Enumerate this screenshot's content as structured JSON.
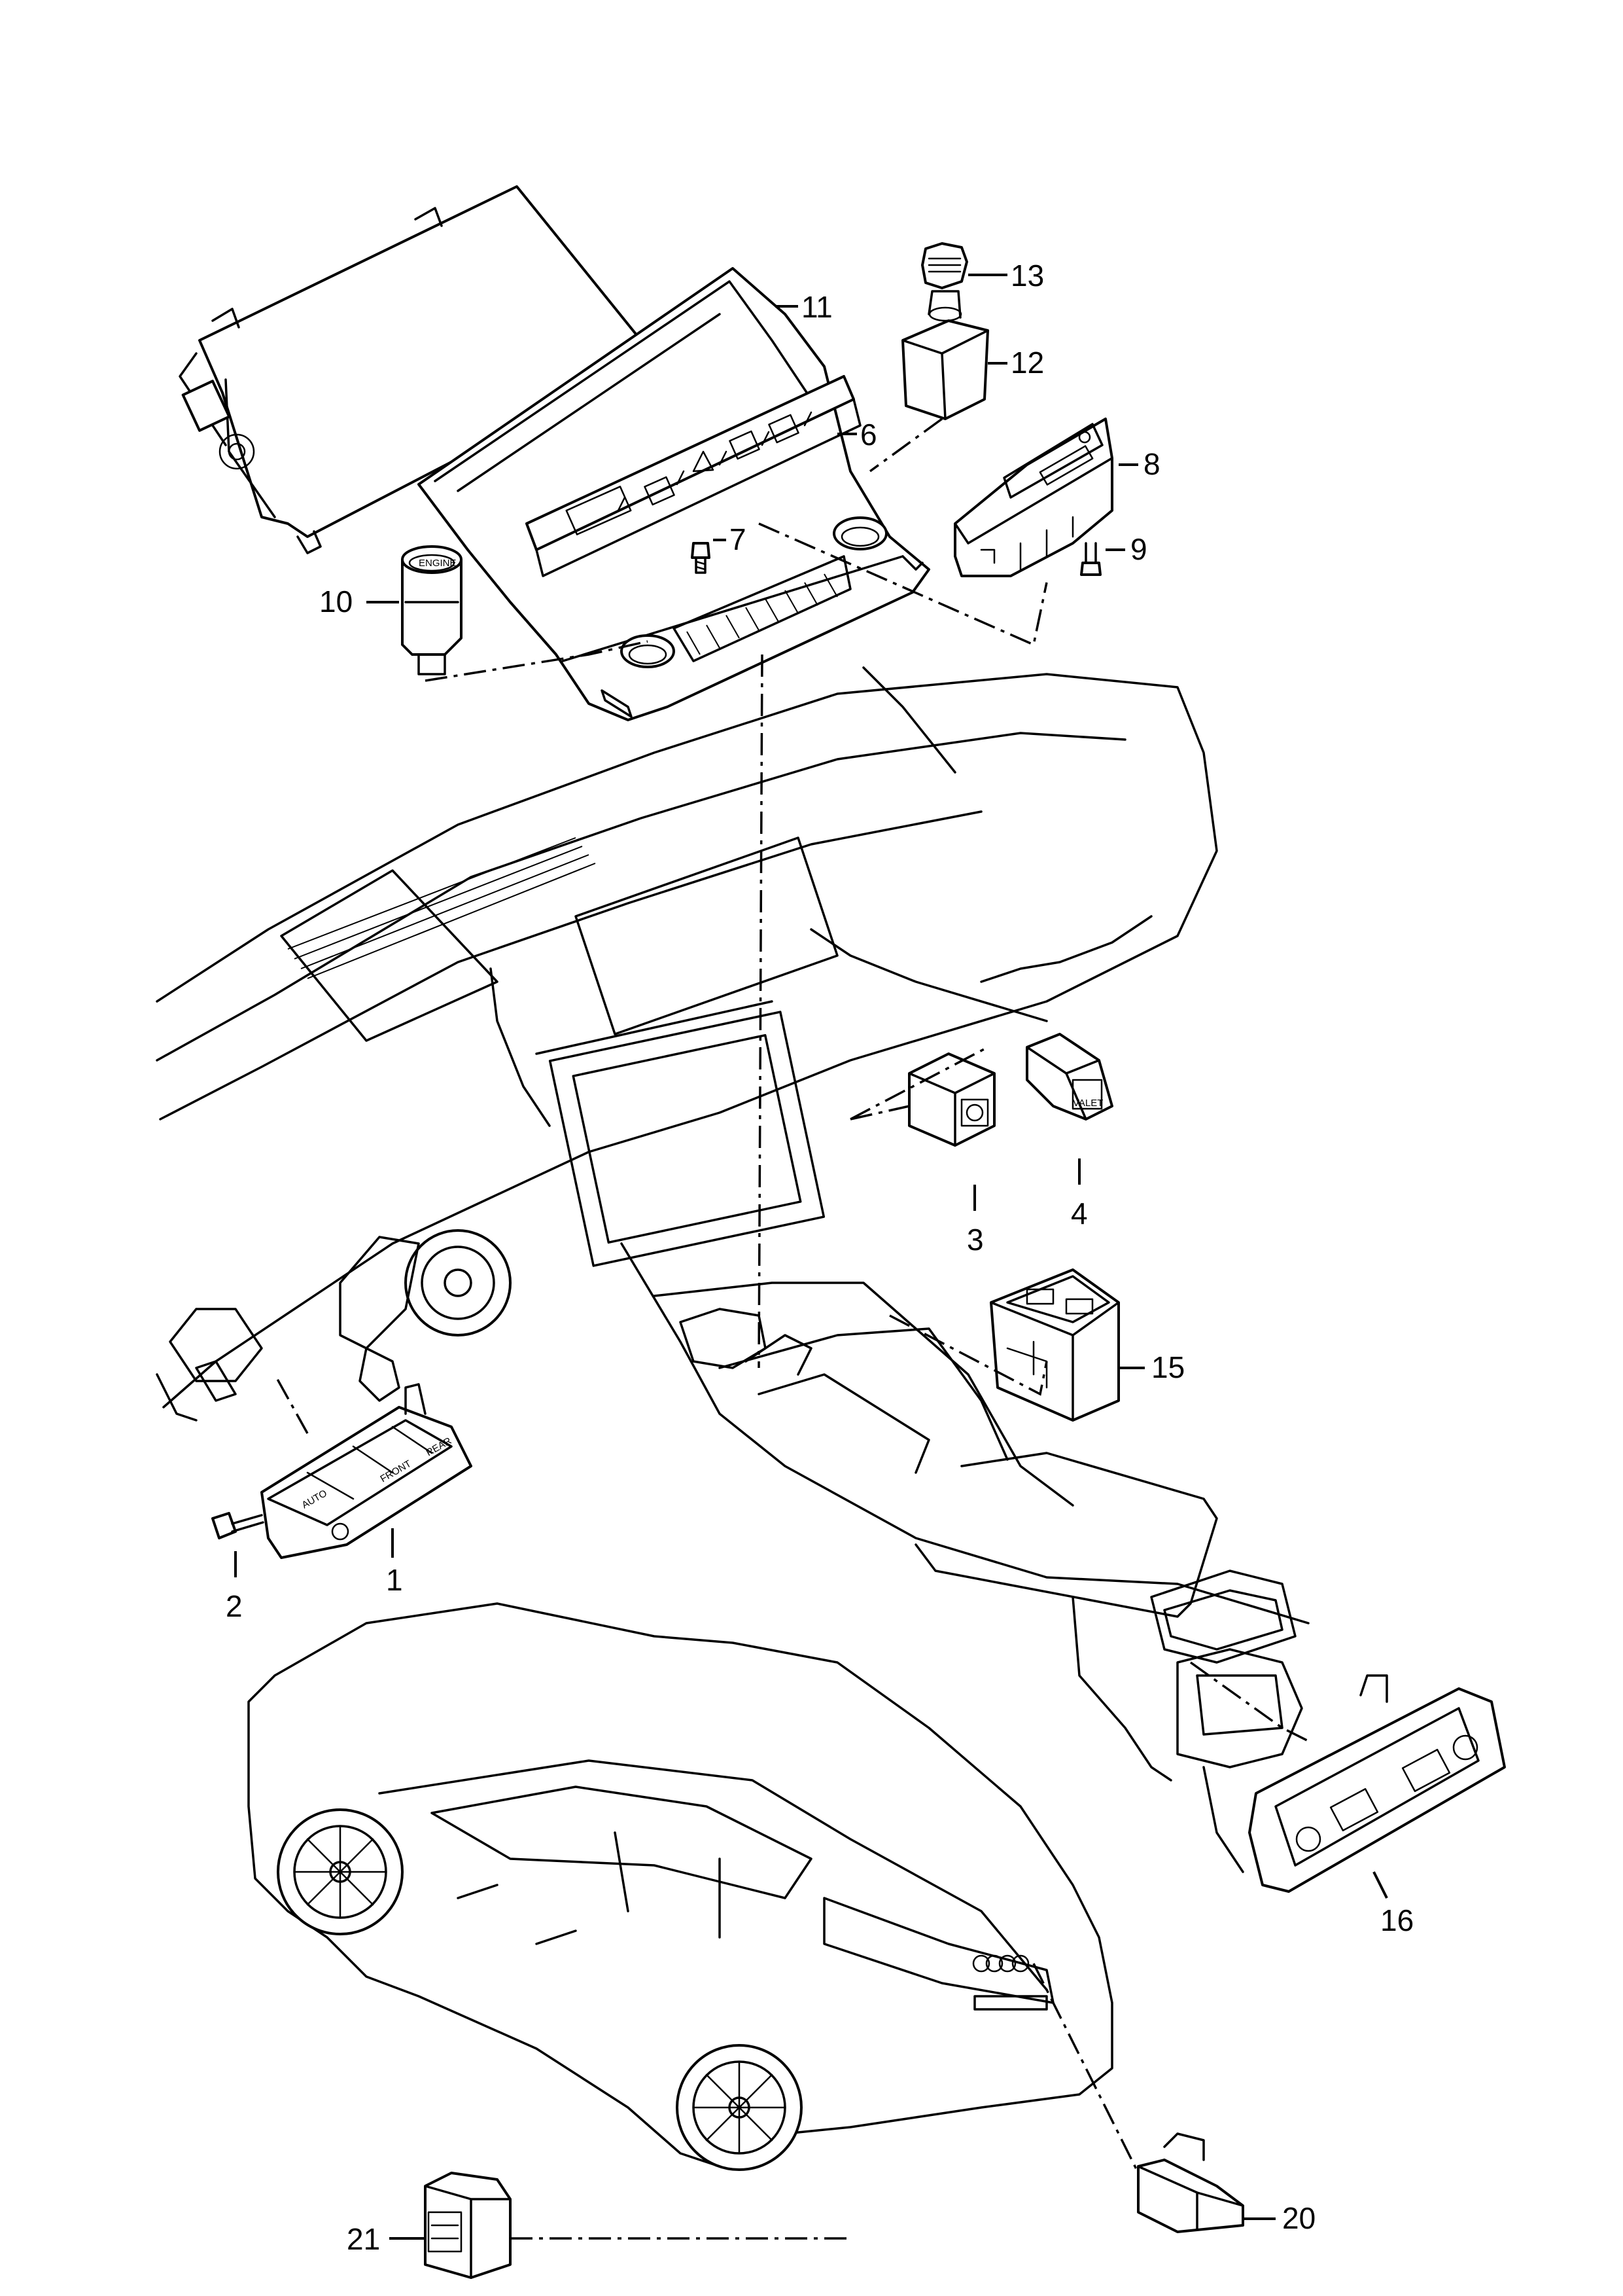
{
  "callouts": {
    "c1": "1",
    "c2": "2",
    "c3": "3",
    "c4": "4",
    "c6": "6",
    "c7": "7",
    "c8": "8",
    "c9": "9",
    "c10": "10",
    "c11": "11",
    "c12": "12",
    "c13": "13",
    "c15": "15",
    "c16": "16",
    "c20": "20",
    "c21": "21"
  },
  "switch_labels": {
    "auto": "AUTO",
    "front": "FRONT",
    "rear": "REAR",
    "valet": "VALET"
  }
}
